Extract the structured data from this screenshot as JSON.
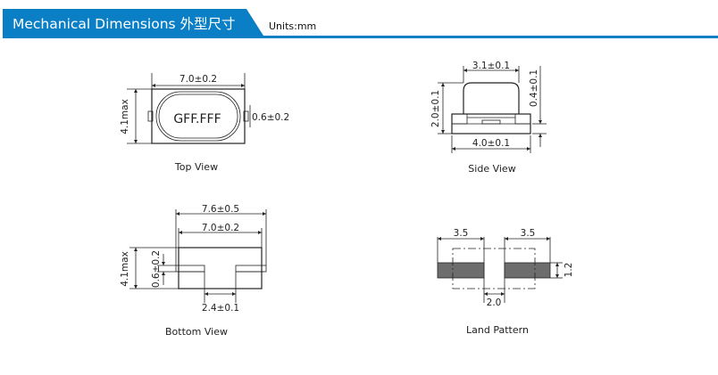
{
  "header": {
    "title": "Mechanical Dimensions 外型尺寸",
    "units": "Units:mm",
    "accent_color": "#0a7fc6"
  },
  "top_view": {
    "caption": "Top View",
    "marking": "GFF.FFF",
    "width_dim": "7.0±0.2",
    "height_dim": "4.1max",
    "pad_dim": "0.6±0.2"
  },
  "side_view": {
    "caption": "Side View",
    "top_dim": "3.1±0.1",
    "height_dim": "2.0±0.1",
    "base_dim": "4.0±0.1",
    "standoff_dim": "0.4±0.1"
  },
  "bottom_view": {
    "caption": "Bottom View",
    "overall_dim": "7.6±0.5",
    "body_dim": "7.0±0.2",
    "height_dim": "4.1max",
    "pad_dim": "0.6±0.2",
    "gap_dim": "2.4±0.1"
  },
  "land_pattern": {
    "caption": "Land Pattern",
    "left_dim": "3.5",
    "right_dim": "3.5",
    "gap_dim": "2.0",
    "height_dim": "1.2",
    "pad_color": "#6d6d6d"
  }
}
